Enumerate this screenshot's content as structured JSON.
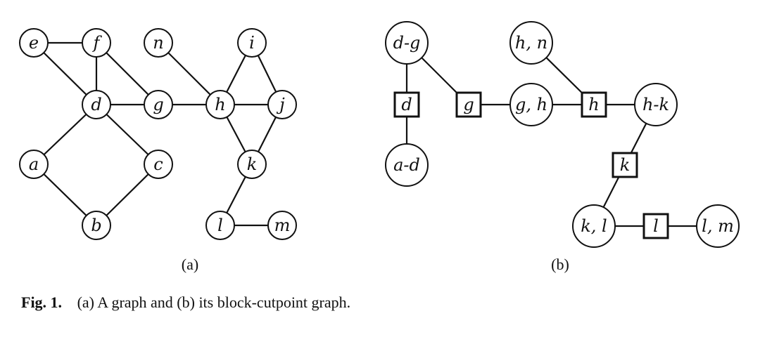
{
  "graph_a": {
    "nodes": [
      {
        "id": "e",
        "label": "e"
      },
      {
        "id": "f",
        "label": "f"
      },
      {
        "id": "n",
        "label": "n"
      },
      {
        "id": "i",
        "label": "i"
      },
      {
        "id": "d",
        "label": "d"
      },
      {
        "id": "g",
        "label": "g"
      },
      {
        "id": "h",
        "label": "h"
      },
      {
        "id": "j",
        "label": "j"
      },
      {
        "id": "a",
        "label": "a"
      },
      {
        "id": "c",
        "label": "c"
      },
      {
        "id": "k",
        "label": "k"
      },
      {
        "id": "b",
        "label": "b"
      },
      {
        "id": "l",
        "label": "l"
      },
      {
        "id": "m",
        "label": "m"
      }
    ],
    "edges": [
      [
        "e",
        "f"
      ],
      [
        "e",
        "d"
      ],
      [
        "f",
        "d"
      ],
      [
        "f",
        "g"
      ],
      [
        "d",
        "g"
      ],
      [
        "g",
        "h"
      ],
      [
        "n",
        "h"
      ],
      [
        "h",
        "i"
      ],
      [
        "i",
        "j"
      ],
      [
        "h",
        "j"
      ],
      [
        "h",
        "k"
      ],
      [
        "j",
        "k"
      ],
      [
        "d",
        "a"
      ],
      [
        "d",
        "c"
      ],
      [
        "a",
        "b"
      ],
      [
        "c",
        "b"
      ],
      [
        "k",
        "l"
      ],
      [
        "l",
        "m"
      ]
    ],
    "sublabel": "(a)"
  },
  "graph_b": {
    "nodes": [
      {
        "id": "dg",
        "label": "d-g",
        "shape": "circle"
      },
      {
        "id": "hn",
        "label": "h, n",
        "shape": "circle"
      },
      {
        "id": "cd",
        "label": "d",
        "shape": "square"
      },
      {
        "id": "cg",
        "label": "g",
        "shape": "square"
      },
      {
        "id": "gh",
        "label": "g, h",
        "shape": "circle"
      },
      {
        "id": "ch",
        "label": "h",
        "shape": "square"
      },
      {
        "id": "hk",
        "label": "h-k",
        "shape": "circle"
      },
      {
        "id": "ad",
        "label": "a-d",
        "shape": "circle"
      },
      {
        "id": "ck",
        "label": "k",
        "shape": "square"
      },
      {
        "id": "kl",
        "label": "k, l",
        "shape": "circle"
      },
      {
        "id": "cl",
        "label": "l",
        "shape": "square"
      },
      {
        "id": "lm",
        "label": "l, m",
        "shape": "circle"
      }
    ],
    "edges": [
      [
        "dg",
        "cd"
      ],
      [
        "cd",
        "ad"
      ],
      [
        "dg",
        "cg"
      ],
      [
        "cg",
        "gh"
      ],
      [
        "gh",
        "ch"
      ],
      [
        "hn",
        "ch"
      ],
      [
        "ch",
        "hk"
      ],
      [
        "hk",
        "ck"
      ],
      [
        "ck",
        "kl"
      ],
      [
        "kl",
        "cl"
      ],
      [
        "cl",
        "lm"
      ]
    ],
    "sublabel": "(b)"
  },
  "caption": {
    "label": "Fig. 1.",
    "text": "(a) A graph and (b) its block-cutpoint graph."
  }
}
